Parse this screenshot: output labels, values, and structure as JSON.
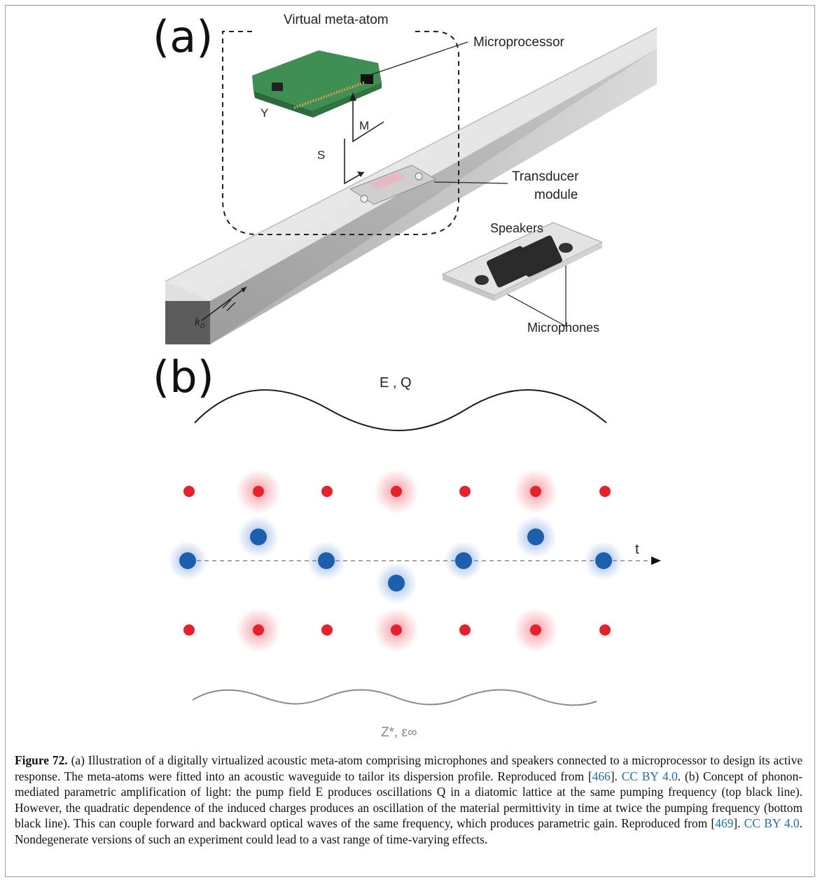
{
  "panels": {
    "a": {
      "letter": "(a)",
      "labels": {
        "virtual_meta_atom": "Virtual meta-atom",
        "microprocessor": "Microprocessor",
        "y": "Y",
        "m": "M",
        "s": "S",
        "transducer": "Transducer",
        "module": "module",
        "speakers": "Speakers",
        "microphones": "Microphones",
        "k0": "k",
        "k0_sub": "0"
      }
    },
    "b": {
      "letter": "(b)",
      "labels": {
        "top": "E , Q",
        "t": "t",
        "bottom": "Z*, ε∞"
      }
    }
  },
  "caption": {
    "label": "Figure 72.",
    "part1": " (a) Illustration of a digitally virtualized acoustic meta-atom comprising microphones and speakers connected to a microprocessor to design its active response. The meta-atoms were fitted into an acoustic waveguide to tailor its dispersion profile. Reproduced from [",
    "ref1": "466",
    "part2": "]. ",
    "lic1": "CC BY 4.0",
    "part3": ". (b) Concept of phonon-mediated parametric amplification of light: the pump field E produces oscillations Q in a diatomic lattice at the same pumping frequency (top black line). However, the quadratic dependence of the induced charges produces an oscillation of the material permittivity in time at twice the pumping frequency (bottom black line). This can couple forward and backward optical waves of the same frequency, which produces parametric gain. Reproduced from [",
    "ref2": "469",
    "part4": "]. ",
    "lic2": "CC BY 4.0",
    "part5": ". Nondegenerate versions of such an experiment could lead to a vast range of time-varying effects."
  },
  "colors": {
    "red_dot": "#e8202a",
    "blue_dot": "#1c5fae",
    "link": "#1f6fb3"
  }
}
